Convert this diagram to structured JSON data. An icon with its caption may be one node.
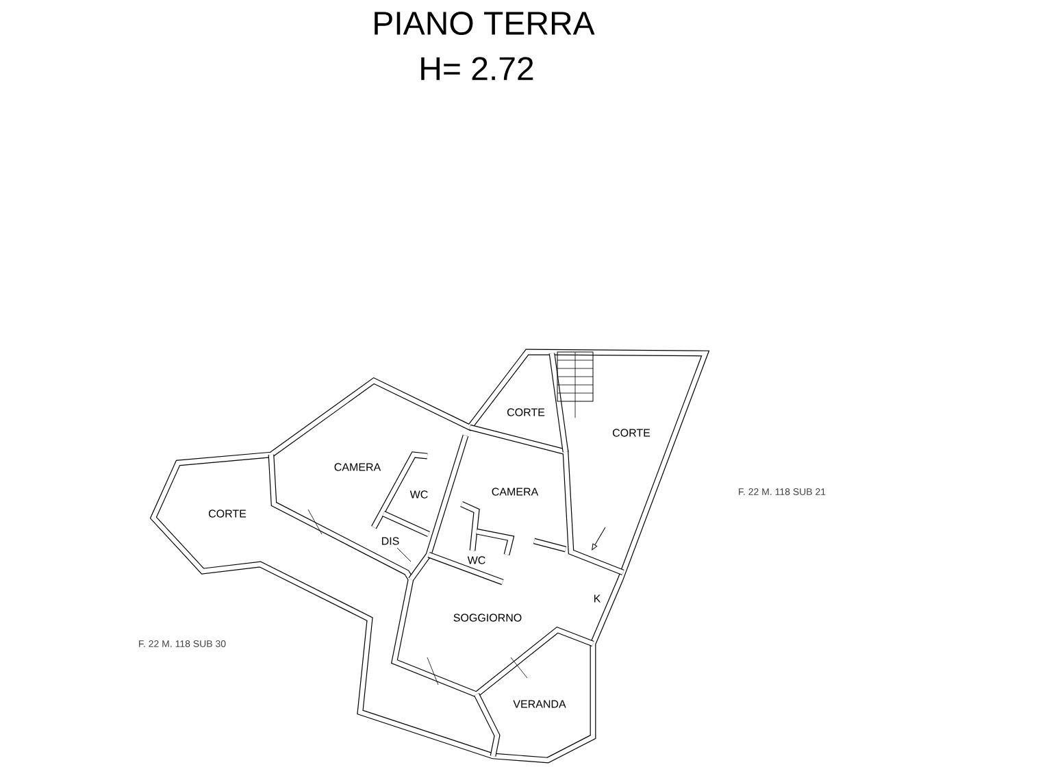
{
  "diagram": {
    "title": "PIANO TERRA",
    "labels": [
      "H= 2.72",
      "CORTE",
      "CORTE",
      "CAMERA",
      "F. 22 M. 118 SUB 21",
      "CAMERA",
      "WC",
      "CORTE",
      "DIS",
      "WC",
      "K",
      "SOGGIORNO",
      "F. 22 M. 118 SUB 30",
      "VERANDA"
    ]
  }
}
